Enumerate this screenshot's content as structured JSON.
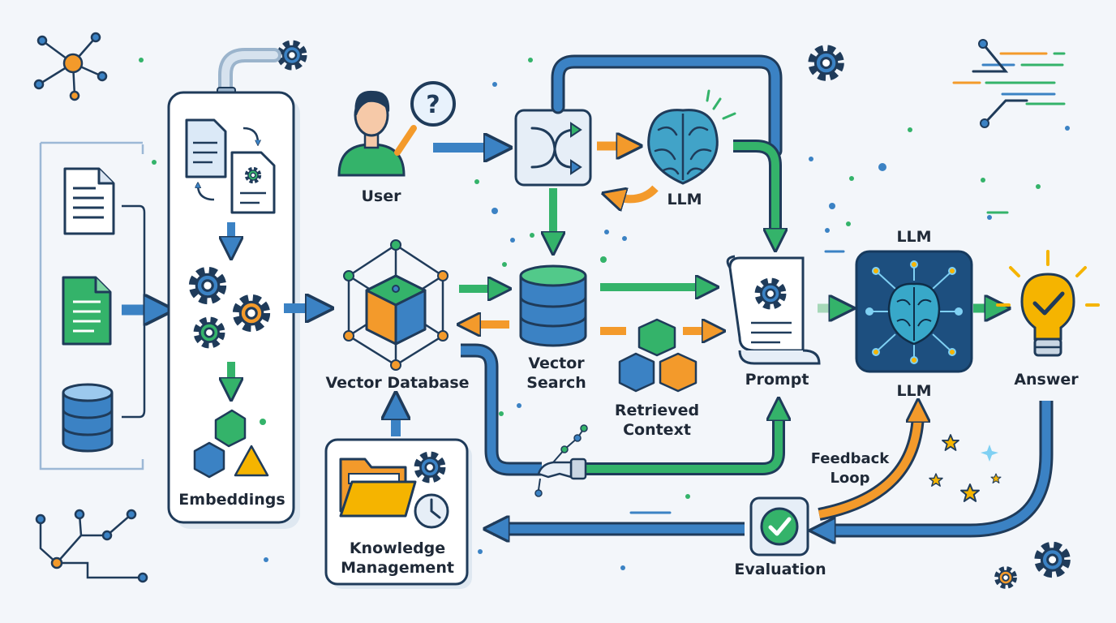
{
  "labels": {
    "user": "User",
    "llm_top": "LLM",
    "llm_right_top": "LLM",
    "llm_right_bottom": "LLM",
    "vector_database": "Vector Database",
    "vector_search_1": "Vector",
    "vector_search_2": "Search",
    "retrieved_context_1": "Retrieved",
    "retrieved_context_2": "Context",
    "prompt": "Prompt",
    "answer": "Answer",
    "embeddings": "Embeddings",
    "knowledge_management_1": "Knowledge",
    "knowledge_management_2": "Management",
    "feedback_loop_1": "Feedback",
    "feedback_loop_2": "Loop",
    "evaluation": "Evaluation"
  },
  "colors": {
    "blue": "#3b82c4",
    "green": "#34b36a",
    "orange": "#f39a2b",
    "navy": "#1f3b5a",
    "panel": "#ffffff",
    "background": "#f3f6fa"
  },
  "icons": [
    "document-icon",
    "spreadsheet-icon",
    "database-icon",
    "gear-icon",
    "user-icon",
    "magnifier-question-icon",
    "shuffle-router-icon",
    "brain-icon",
    "cube-network-icon",
    "vector-search-database-icon",
    "context-cubes-icon",
    "prompt-scroll-icon",
    "ai-chip-brain-icon",
    "lightbulb-check-icon",
    "folder-icon",
    "clock-icon",
    "checkmark-badge-icon",
    "star-icon"
  ]
}
